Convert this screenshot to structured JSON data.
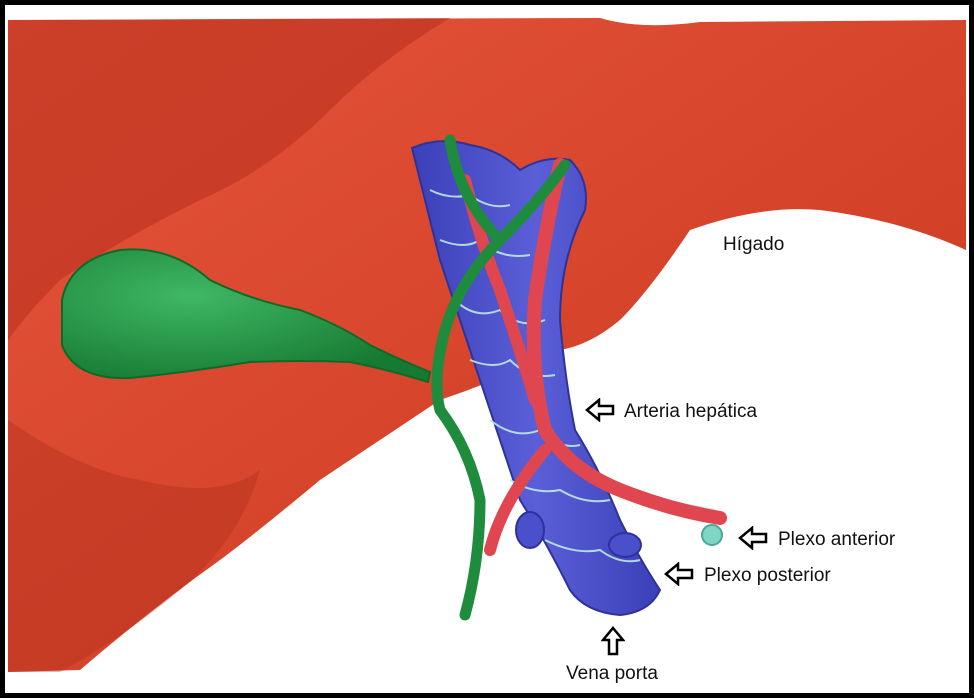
{
  "labels": {
    "liver": "Hígado",
    "hepatic_artery": "Arteria hepática",
    "anterior_plexus": "Plexo anterior",
    "posterior_plexus": "Plexo posterior",
    "portal_vein": "Vena porta"
  },
  "colors": {
    "liver": "#d9432b",
    "liver_shadow": "#b8301d",
    "gallbladder": "#1f8c3d",
    "portal_vein": "#4a4fcc",
    "artery": "#e0464f",
    "plexus": "#bfe8e0",
    "frame": "#000000"
  },
  "icons": {
    "label_pointer": "hollow-arrow-icon"
  }
}
